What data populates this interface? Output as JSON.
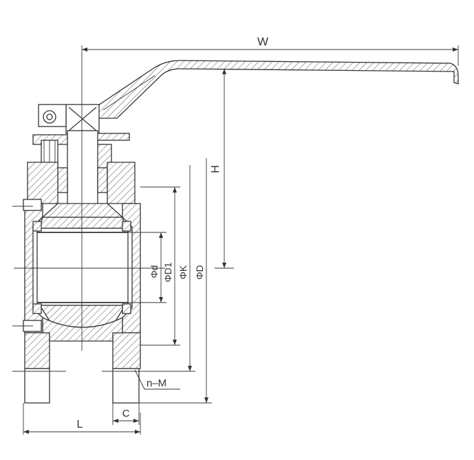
{
  "labels": {
    "W": "W",
    "H": "H",
    "d": "Φd",
    "D1": "ΦD1",
    "K": "ΦK",
    "D": "ΦD",
    "nM": "n–M",
    "L": "L",
    "C": "C"
  }
}
